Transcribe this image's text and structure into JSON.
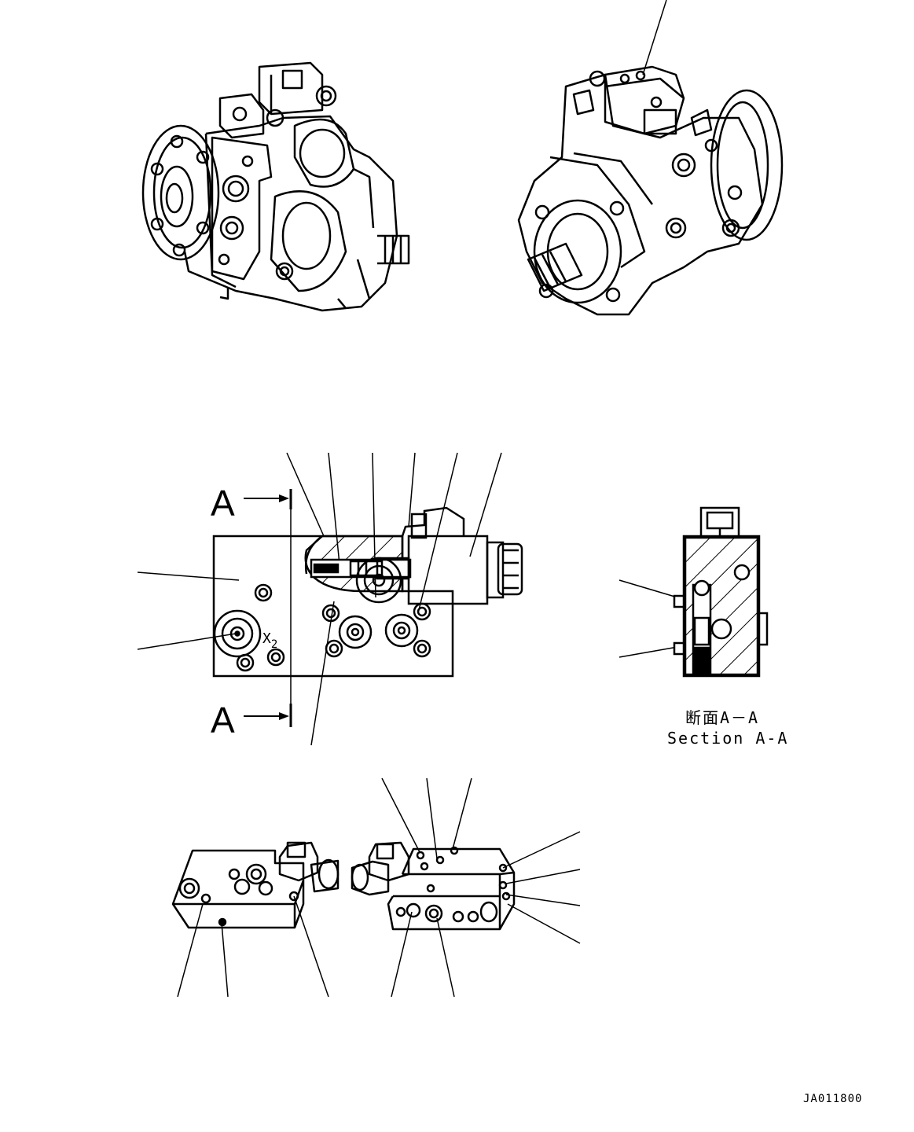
{
  "section_marker_top": "A",
  "section_marker_bottom": "A",
  "port_label": "X",
  "port_label_sub": "2",
  "section_caption_jp": "断面A－A",
  "section_caption_en": "Section A-A",
  "drawing_code": "JA011800"
}
